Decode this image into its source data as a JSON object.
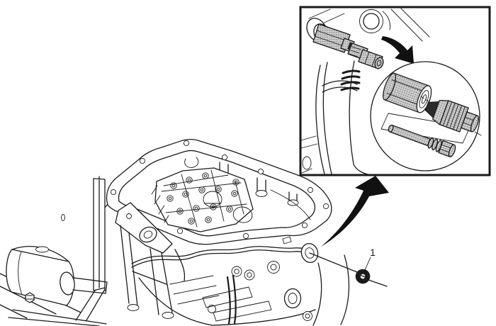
{
  "figure": {
    "type": "exploded-parts-illustration",
    "callouts": [
      {
        "label": "1"
      }
    ]
  },
  "colors": {
    "background": "#ffffff",
    "line": "#1a1a1a",
    "arrow": "#111111",
    "shading": "#cdcdcd",
    "shading_dot": "#7f7f7f"
  },
  "icons": {
    "zoom_arrow": "curved-up-arrow",
    "detail_arrow": "curved-right-arrow"
  }
}
